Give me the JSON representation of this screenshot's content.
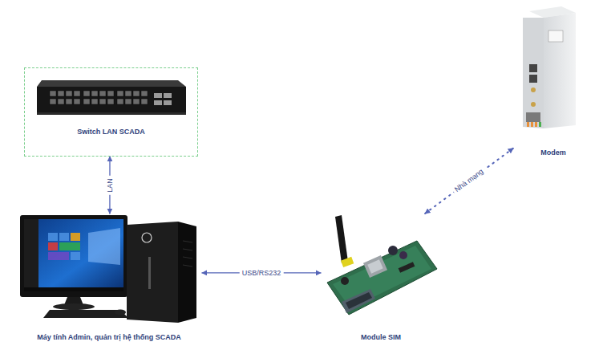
{
  "diagram": {
    "nodes": [
      {
        "text": [
          "Switch LAN SCADA"
        ]
      },
      {
        "text": [
          "Máy tính Admin, quản trị hệ thống SCADA"
        ]
      },
      {
        "text": [
          "Module SIM"
        ]
      },
      {
        "text": [
          "Modem"
        ]
      }
    ],
    "edges": [
      {
        "from": 0,
        "to": 1,
        "arrow": "both",
        "label": "LAN"
      },
      {
        "from": 1,
        "to": 2,
        "arrow": "both",
        "label": "USB/RS232"
      },
      {
        "from": 2,
        "to": 3,
        "arrow": "both",
        "label": "Nhà mạng"
      }
    ]
  }
}
